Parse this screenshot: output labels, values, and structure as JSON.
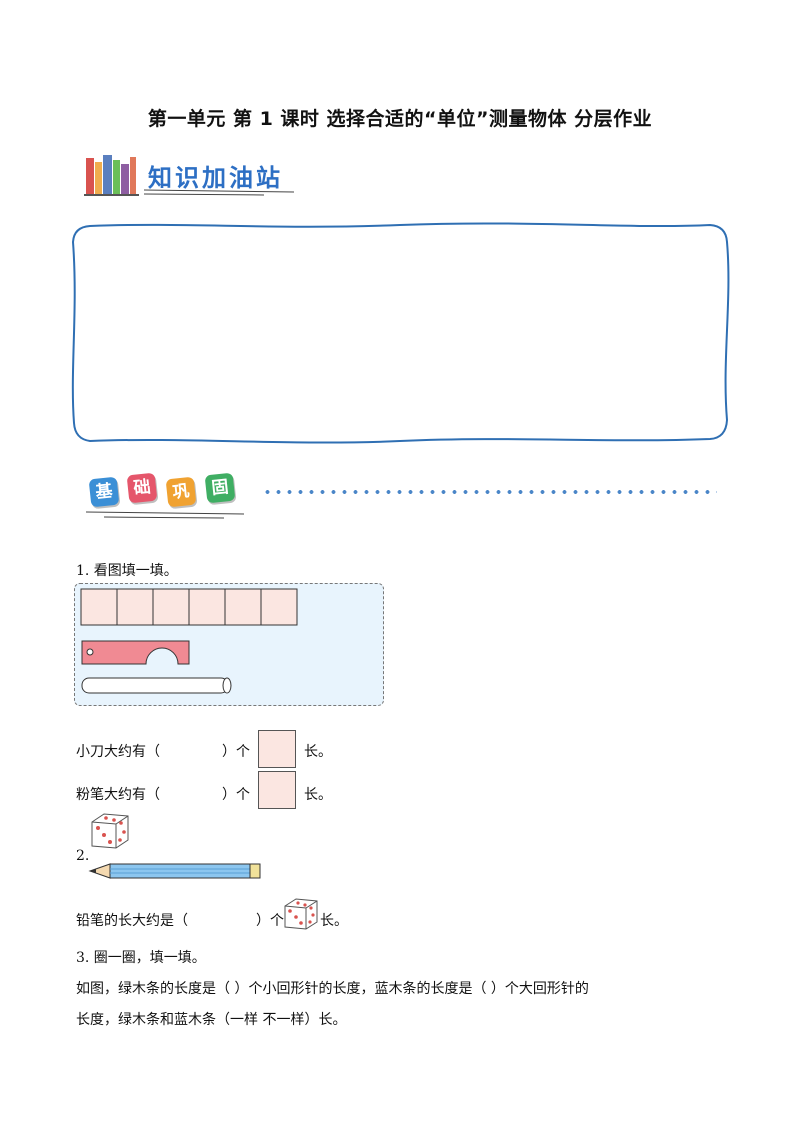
{
  "title": "第一单元  第 1 课时  选择合适的“单位”测量物体  分层作业",
  "section1": {
    "label": "知识加油站"
  },
  "section2": {
    "tiles": [
      "基",
      "础",
      "巩",
      "固"
    ],
    "colors": [
      "#3b8fd6",
      "#e5566b",
      "#f0a231",
      "#3fae63"
    ]
  },
  "q1": {
    "prompt": "1. 看图填一填。",
    "line1": {
      "before": "小刀大约有（",
      "mid": "）个",
      "after": "长。"
    },
    "line2": {
      "before": "粉笔大约有（",
      "mid": "）个",
      "after": "长。"
    }
  },
  "q2": {
    "number": "2.",
    "line": {
      "before": "铅笔的长大约是（",
      "mid": "）个",
      "after": "长。"
    }
  },
  "q3": {
    "prompt": "3. 圈一圈，填一填。",
    "line1": "如图，绿木条的长度是（        ）个小回形针的长度，蓝木条的长度是（        ）个大回形针的",
    "line2": "长度，绿木条和蓝木条（一样    不一样）长。"
  }
}
